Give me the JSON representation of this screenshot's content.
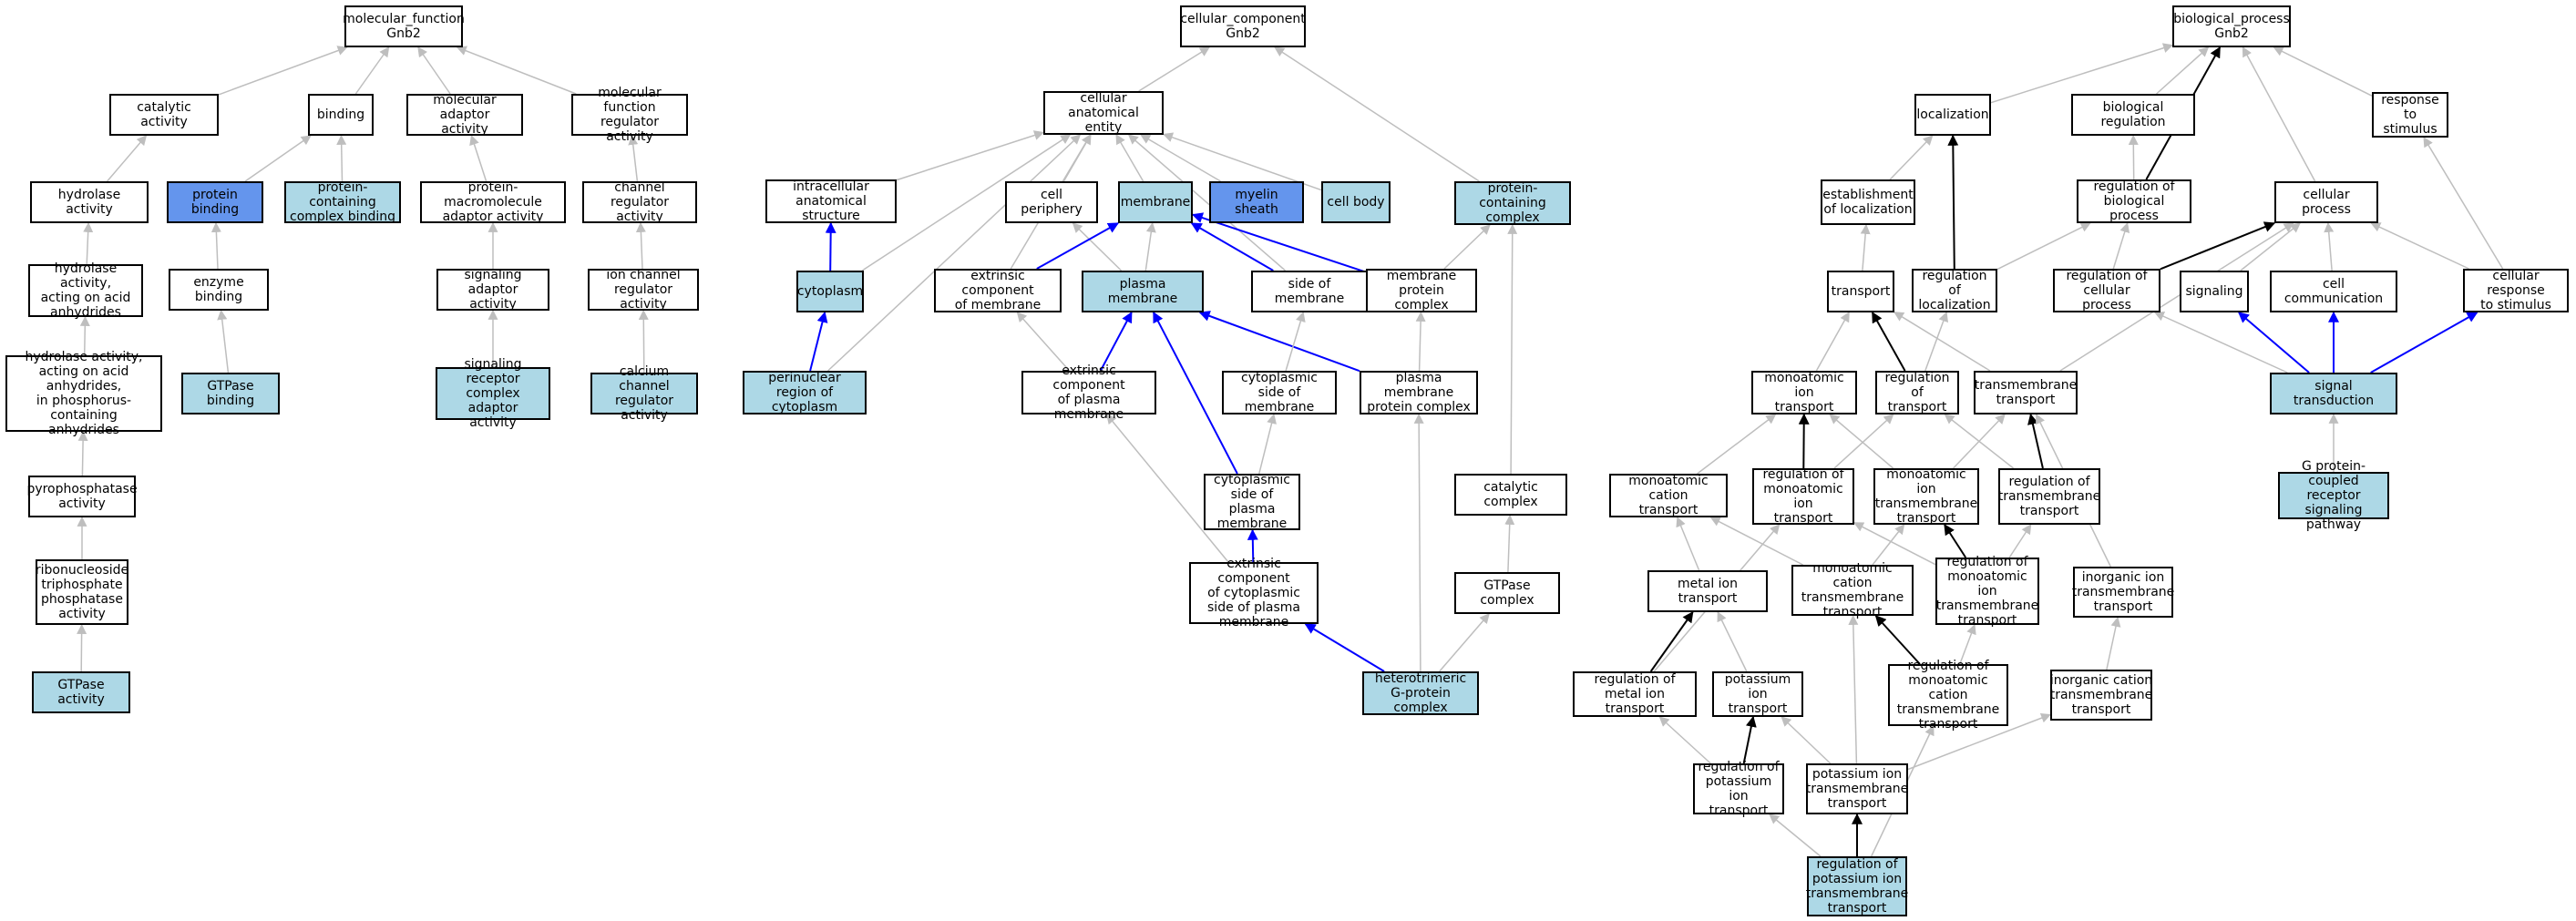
{
  "colors": {
    "node_default": "#ffffff",
    "node_light": "#add8e6",
    "node_dark": "#6495ed",
    "edge_gray": "#bebebe",
    "edge_blue": "#0000ff",
    "edge_black": "#000000"
  },
  "nodes": {
    "mf_root": {
      "label": "molecular_function\nGnb2",
      "style": "default"
    },
    "catalytic_activity": {
      "label": "catalytic activity",
      "style": "default"
    },
    "binding": {
      "label": "binding",
      "style": "default"
    },
    "mol_adaptor": {
      "label": "molecular adaptor\nactivity",
      "style": "default"
    },
    "mf_regulator": {
      "label": "molecular function\nregulator activity",
      "style": "default"
    },
    "hydrolase": {
      "label": "hydrolase activity",
      "style": "default"
    },
    "protein_binding": {
      "label": "protein binding",
      "style": "dark"
    },
    "pc_complex_binding": {
      "label": "protein-containing\ncomplex binding",
      "style": "light"
    },
    "pmm_adaptor": {
      "label": "protein-macromolecule\nadaptor activity",
      "style": "default"
    },
    "channel_regulator": {
      "label": "channel regulator\nactivity",
      "style": "default"
    },
    "hydrolase_anhydrides": {
      "label": "hydrolase activity,\nacting on acid\nanhydrides",
      "style": "default"
    },
    "enzyme_binding": {
      "label": "enzyme binding",
      "style": "default"
    },
    "signaling_adaptor": {
      "label": "signaling adaptor\nactivity",
      "style": "default"
    },
    "ion_channel_regulator": {
      "label": "ion channel\nregulator activity",
      "style": "default"
    },
    "hydrolase_phosphorus": {
      "label": "hydrolase activity,\nacting on acid\nanhydrides,\nin phosphorus-containing\nanhydrides",
      "style": "default"
    },
    "gtpase_binding": {
      "label": "GTPase binding",
      "style": "light"
    },
    "src_adaptor": {
      "label": "signaling receptor\ncomplex adaptor\nactivity",
      "style": "light"
    },
    "calcium_channel_regulator": {
      "label": "calcium channel\nregulator activity",
      "style": "light"
    },
    "pyrophosphatase": {
      "label": "pyrophosphatase\nactivity",
      "style": "default"
    },
    "ntp_phosphatase": {
      "label": "ribonucleoside\ntriphosphate\nphosphatase\nactivity",
      "style": "default"
    },
    "gtpase_activity": {
      "label": "GTPase activity",
      "style": "light"
    },
    "cc_root": {
      "label": "cellular_component\nGnb2",
      "style": "default"
    },
    "cae": {
      "label": "cellular anatomical\nentity",
      "style": "default"
    },
    "pc_complex": {
      "label": "protein-containing\ncomplex",
      "style": "light"
    },
    "intracellular": {
      "label": "intracellular\nanatomical structure",
      "style": "default"
    },
    "cell_periphery": {
      "label": "cell periphery",
      "style": "default"
    },
    "membrane": {
      "label": "membrane",
      "style": "light"
    },
    "myelin_sheath": {
      "label": "myelin sheath",
      "style": "dark"
    },
    "cell_body": {
      "label": "cell body",
      "style": "light"
    },
    "cytoplasm": {
      "label": "cytoplasm",
      "style": "light"
    },
    "ext_comp_membrane": {
      "label": "extrinsic component\nof membrane",
      "style": "default"
    },
    "plasma_membrane": {
      "label": "plasma membrane",
      "style": "light"
    },
    "side_of_membrane": {
      "label": "side of membrane",
      "style": "default"
    },
    "membrane_protein_complex": {
      "label": "membrane protein\ncomplex",
      "style": "default"
    },
    "perinuclear": {
      "label": "perinuclear\nregion of cytoplasm",
      "style": "light"
    },
    "ext_comp_pm": {
      "label": "extrinsic component\nof plasma membrane",
      "style": "default"
    },
    "cyto_side_membrane": {
      "label": "cytoplasmic\nside of membrane",
      "style": "default"
    },
    "pm_protein_complex": {
      "label": "plasma membrane\nprotein complex",
      "style": "default"
    },
    "cyto_side_pm": {
      "label": "cytoplasmic\nside of plasma\nmembrane",
      "style": "default"
    },
    "catalytic_complex": {
      "label": "catalytic complex",
      "style": "default"
    },
    "ext_comp_cyto_side_pm": {
      "label": "extrinsic component\nof cytoplasmic\nside of plasma\nmembrane",
      "style": "default"
    },
    "gtpase_complex": {
      "label": "GTPase complex",
      "style": "default"
    },
    "heterotrimeric": {
      "label": "heterotrimeric\nG-protein complex",
      "style": "light"
    },
    "bp_root": {
      "label": "biological_process\nGnb2",
      "style": "default"
    },
    "localization": {
      "label": "localization",
      "style": "default"
    },
    "biological_regulation": {
      "label": "biological regulation",
      "style": "default"
    },
    "response_to_stimulus": {
      "label": "response to\nstimulus",
      "style": "default"
    },
    "establishment_localization": {
      "label": "establishment\nof localization",
      "style": "default"
    },
    "reg_biological_process": {
      "label": "regulation of\nbiological process",
      "style": "default"
    },
    "cellular_process": {
      "label": "cellular process",
      "style": "default"
    },
    "transport": {
      "label": "transport",
      "style": "default"
    },
    "reg_localization": {
      "label": "regulation of\nlocalization",
      "style": "default"
    },
    "reg_cellular_process": {
      "label": "regulation of\ncellular process",
      "style": "default"
    },
    "signaling": {
      "label": "signaling",
      "style": "default"
    },
    "cell_communication": {
      "label": "cell communication",
      "style": "default"
    },
    "cellular_response": {
      "label": "cellular response\nto stimulus",
      "style": "default"
    },
    "monoatomic_ion_transport": {
      "label": "monoatomic ion\ntransport",
      "style": "default"
    },
    "reg_transport": {
      "label": "regulation of\ntransport",
      "style": "default"
    },
    "transmembrane_transport": {
      "label": "transmembrane\ntransport",
      "style": "default"
    },
    "signal_transduction": {
      "label": "signal transduction",
      "style": "light"
    },
    "monoatomic_cation_transport": {
      "label": "monoatomic cation\ntransport",
      "style": "default"
    },
    "reg_monoatomic_ion_transport": {
      "label": "regulation of\nmonoatomic ion\ntransport",
      "style": "default"
    },
    "monoatomic_ion_tm_transport": {
      "label": "monoatomic ion\ntransmembrane\ntransport",
      "style": "default"
    },
    "reg_tm_transport": {
      "label": "regulation of\ntransmembrane\ntransport",
      "style": "default"
    },
    "gpcr_pathway": {
      "label": "G protein-coupled\nreceptor signaling\npathway",
      "style": "light"
    },
    "metal_ion_transport": {
      "label": "metal ion transport",
      "style": "default"
    },
    "monoatomic_cation_tm_transport": {
      "label": "monoatomic cation\ntransmembrane\ntransport",
      "style": "default"
    },
    "reg_monoatomic_ion_tm_transport": {
      "label": "regulation of\nmonoatomic ion\ntransmembrane\ntransport",
      "style": "default"
    },
    "inorganic_ion_tm_transport": {
      "label": "inorganic ion\ntransmembrane\ntransport",
      "style": "default"
    },
    "reg_metal_ion_transport": {
      "label": "regulation of\nmetal ion transport",
      "style": "default"
    },
    "potassium_ion_transport": {
      "label": "potassium ion\ntransport",
      "style": "default"
    },
    "reg_monoatomic_cation_tm_transport": {
      "label": "regulation of\nmonoatomic cation\ntransmembrane\ntransport",
      "style": "default"
    },
    "inorganic_cation_tm_transport": {
      "label": "inorganic cation\ntransmembrane\ntransport",
      "style": "default"
    },
    "reg_potassium_ion_transport": {
      "label": "regulation of\npotassium ion\ntransport",
      "style": "default"
    },
    "potassium_ion_tm_transport": {
      "label": "potassium ion\ntransmembrane\ntransport",
      "style": "default"
    },
    "reg_potassium_ion_tm_transport": {
      "label": "regulation of\npotassium ion\ntransmembrane\ntransport",
      "style": "light"
    }
  },
  "edges": [
    {
      "from": "catalytic_activity",
      "to": "mf_root",
      "type": "is_a"
    },
    {
      "from": "binding",
      "to": "mf_root",
      "type": "is_a"
    },
    {
      "from": "mol_adaptor",
      "to": "mf_root",
      "type": "is_a"
    },
    {
      "from": "mf_regulator",
      "to": "mf_root",
      "type": "is_a"
    },
    {
      "from": "hydrolase",
      "to": "catalytic_activity",
      "type": "is_a"
    },
    {
      "from": "protein_binding",
      "to": "binding",
      "type": "is_a"
    },
    {
      "from": "pc_complex_binding",
      "to": "binding",
      "type": "is_a"
    },
    {
      "from": "pmm_adaptor",
      "to": "mol_adaptor",
      "type": "is_a"
    },
    {
      "from": "channel_regulator",
      "to": "mf_regulator",
      "type": "is_a"
    },
    {
      "from": "hydrolase_anhydrides",
      "to": "hydrolase",
      "type": "is_a"
    },
    {
      "from": "enzyme_binding",
      "to": "protein_binding",
      "type": "is_a"
    },
    {
      "from": "signaling_adaptor",
      "to": "pmm_adaptor",
      "type": "is_a"
    },
    {
      "from": "ion_channel_regulator",
      "to": "channel_regulator",
      "type": "is_a"
    },
    {
      "from": "hydrolase_phosphorus",
      "to": "hydrolase_anhydrides",
      "type": "is_a"
    },
    {
      "from": "gtpase_binding",
      "to": "enzyme_binding",
      "type": "is_a"
    },
    {
      "from": "src_adaptor",
      "to": "signaling_adaptor",
      "type": "is_a"
    },
    {
      "from": "calcium_channel_regulator",
      "to": "ion_channel_regulator",
      "type": "is_a"
    },
    {
      "from": "pyrophosphatase",
      "to": "hydrolase_phosphorus",
      "type": "is_a"
    },
    {
      "from": "ntp_phosphatase",
      "to": "pyrophosphatase",
      "type": "is_a"
    },
    {
      "from": "gtpase_activity",
      "to": "ntp_phosphatase",
      "type": "is_a"
    },
    {
      "from": "cae",
      "to": "cc_root",
      "type": "is_a"
    },
    {
      "from": "pc_complex",
      "to": "cc_root",
      "type": "is_a"
    },
    {
      "from": "intracellular",
      "to": "cae",
      "type": "is_a"
    },
    {
      "from": "cell_periphery",
      "to": "cae",
      "type": "is_a"
    },
    {
      "from": "membrane",
      "to": "cae",
      "type": "is_a"
    },
    {
      "from": "myelin_sheath",
      "to": "cae",
      "type": "is_a"
    },
    {
      "from": "cell_body",
      "to": "cae",
      "type": "is_a"
    },
    {
      "from": "cytoplasm",
      "to": "cae",
      "type": "is_a"
    },
    {
      "from": "ext_comp_membrane",
      "to": "cae",
      "type": "is_a"
    },
    {
      "from": "side_of_membrane",
      "to": "cae",
      "type": "is_a"
    },
    {
      "from": "perinuclear",
      "to": "cae",
      "type": "is_a"
    },
    {
      "from": "cytoplasm",
      "to": "intracellular",
      "type": "part_of"
    },
    {
      "from": "perinuclear",
      "to": "cytoplasm",
      "type": "part_of"
    },
    {
      "from": "plasma_membrane",
      "to": "cell_periphery",
      "type": "is_a"
    },
    {
      "from": "plasma_membrane",
      "to": "membrane",
      "type": "is_a"
    },
    {
      "from": "ext_comp_membrane",
      "to": "membrane",
      "type": "part_of"
    },
    {
      "from": "side_of_membrane",
      "to": "membrane",
      "type": "part_of"
    },
    {
      "from": "membrane_protein_complex",
      "to": "membrane",
      "type": "part_of"
    },
    {
      "from": "membrane_protein_complex",
      "to": "pc_complex",
      "type": "is_a"
    },
    {
      "from": "catalytic_complex",
      "to": "pc_complex",
      "type": "is_a"
    },
    {
      "from": "ext_comp_pm",
      "to": "ext_comp_membrane",
      "type": "is_a"
    },
    {
      "from": "ext_comp_pm",
      "to": "plasma_membrane",
      "type": "part_of"
    },
    {
      "from": "cyto_side_pm",
      "to": "plasma_membrane",
      "type": "part_of"
    },
    {
      "from": "pm_protein_complex",
      "to": "plasma_membrane",
      "type": "part_of"
    },
    {
      "from": "cyto_side_membrane",
      "to": "side_of_membrane",
      "type": "is_a"
    },
    {
      "from": "pm_protein_complex",
      "to": "membrane_protein_complex",
      "type": "is_a"
    },
    {
      "from": "cyto_side_pm",
      "to": "cyto_side_membrane",
      "type": "is_a"
    },
    {
      "from": "ext_comp_cyto_side_pm",
      "to": "cyto_side_pm",
      "type": "part_of"
    },
    {
      "from": "ext_comp_cyto_side_pm",
      "to": "ext_comp_pm",
      "type": "is_a"
    },
    {
      "from": "gtpase_complex",
      "to": "catalytic_complex",
      "type": "is_a"
    },
    {
      "from": "heterotrimeric",
      "to": "ext_comp_cyto_side_pm",
      "type": "part_of"
    },
    {
      "from": "heterotrimeric",
      "to": "gtpase_complex",
      "type": "is_a"
    },
    {
      "from": "heterotrimeric",
      "to": "pm_protein_complex",
      "type": "is_a"
    },
    {
      "from": "localization",
      "to": "bp_root",
      "type": "is_a"
    },
    {
      "from": "biological_regulation",
      "to": "bp_root",
      "type": "is_a"
    },
    {
      "from": "response_to_stimulus",
      "to": "bp_root",
      "type": "is_a"
    },
    {
      "from": "reg_biological_process",
      "to": "bp_root",
      "type": "regulates"
    },
    {
      "from": "cellular_process",
      "to": "bp_root",
      "type": "is_a"
    },
    {
      "from": "establishment_localization",
      "to": "localization",
      "type": "is_a"
    },
    {
      "from": "reg_localization",
      "to": "localization",
      "type": "regulates"
    },
    {
      "from": "reg_biological_process",
      "to": "biological_regulation",
      "type": "is_a"
    },
    {
      "from": "reg_localization",
      "to": "reg_biological_process",
      "type": "is_a"
    },
    {
      "from": "reg_cellular_process",
      "to": "reg_biological_process",
      "type": "is_a"
    },
    {
      "from": "reg_cellular_process",
      "to": "cellular_process",
      "type": "regulates"
    },
    {
      "from": "signaling",
      "to": "cellular_process",
      "type": "is_a"
    },
    {
      "from": "cell_communication",
      "to": "cellular_process",
      "type": "is_a"
    },
    {
      "from": "cellular_response",
      "to": "cellular_process",
      "type": "is_a"
    },
    {
      "from": "cellular_response",
      "to": "response_to_stimulus",
      "type": "is_a"
    },
    {
      "from": "transmembrane_transport",
      "to": "cellular_process",
      "type": "is_a"
    },
    {
      "from": "transport",
      "to": "establishment_localization",
      "type": "is_a"
    },
    {
      "from": "monoatomic_ion_transport",
      "to": "transport",
      "type": "is_a"
    },
    {
      "from": "reg_transport",
      "to": "transport",
      "type": "regulates"
    },
    {
      "from": "transmembrane_transport",
      "to": "transport",
      "type": "is_a"
    },
    {
      "from": "reg_transport",
      "to": "reg_localization",
      "type": "is_a"
    },
    {
      "from": "signal_transduction",
      "to": "signaling",
      "type": "part_of"
    },
    {
      "from": "signal_transduction",
      "to": "cell_communication",
      "type": "part_of"
    },
    {
      "from": "signal_transduction",
      "to": "cellular_response",
      "type": "part_of"
    },
    {
      "from": "signal_transduction",
      "to": "reg_cellular_process",
      "type": "is_a"
    },
    {
      "from": "gpcr_pathway",
      "to": "signal_transduction",
      "type": "is_a"
    },
    {
      "from": "monoatomic_cation_transport",
      "to": "monoatomic_ion_transport",
      "type": "is_a"
    },
    {
      "from": "reg_monoatomic_ion_transport",
      "to": "monoatomic_ion_transport",
      "type": "regulates"
    },
    {
      "from": "reg_monoatomic_ion_transport",
      "to": "reg_transport",
      "type": "is_a"
    },
    {
      "from": "monoatomic_ion_tm_transport",
      "to": "monoatomic_ion_transport",
      "type": "is_a"
    },
    {
      "from": "monoatomic_ion_tm_transport",
      "to": "transmembrane_transport",
      "type": "is_a"
    },
    {
      "from": "reg_tm_transport",
      "to": "transmembrane_transport",
      "type": "regulates"
    },
    {
      "from": "reg_tm_transport",
      "to": "reg_transport",
      "type": "is_a"
    },
    {
      "from": "metal_ion_transport",
      "to": "monoatomic_cation_transport",
      "type": "is_a"
    },
    {
      "from": "monoatomic_cation_tm_transport",
      "to": "monoatomic_cation_transport",
      "type": "is_a"
    },
    {
      "from": "monoatomic_cation_tm_transport",
      "to": "monoatomic_ion_tm_transport",
      "type": "is_a"
    },
    {
      "from": "reg_monoatomic_ion_tm_transport",
      "to": "monoatomic_ion_tm_transport",
      "type": "regulates"
    },
    {
      "from": "reg_monoatomic_ion_tm_transport",
      "to": "reg_monoatomic_ion_transport",
      "type": "is_a"
    },
    {
      "from": "reg_monoatomic_ion_tm_transport",
      "to": "reg_tm_transport",
      "type": "is_a"
    },
    {
      "from": "inorganic_ion_tm_transport",
      "to": "transmembrane_transport",
      "type": "is_a"
    },
    {
      "from": "reg_metal_ion_transport",
      "to": "metal_ion_transport",
      "type": "regulates"
    },
    {
      "from": "reg_metal_ion_transport",
      "to": "reg_monoatomic_ion_transport",
      "type": "is_a"
    },
    {
      "from": "potassium_ion_transport",
      "to": "metal_ion_transport",
      "type": "is_a"
    },
    {
      "from": "reg_monoatomic_cation_tm_transport",
      "to": "monoatomic_cation_tm_transport",
      "type": "regulates"
    },
    {
      "from": "reg_monoatomic_cation_tm_transport",
      "to": "reg_monoatomic_ion_tm_transport",
      "type": "is_a"
    },
    {
      "from": "inorganic_cation_tm_transport",
      "to": "inorganic_ion_tm_transport",
      "type": "is_a"
    },
    {
      "from": "reg_potassium_ion_transport",
      "to": "potassium_ion_transport",
      "type": "regulates"
    },
    {
      "from": "reg_potassium_ion_transport",
      "to": "reg_metal_ion_transport",
      "type": "is_a"
    },
    {
      "from": "potassium_ion_tm_transport",
      "to": "potassium_ion_transport",
      "type": "is_a"
    },
    {
      "from": "potassium_ion_tm_transport",
      "to": "monoatomic_cation_tm_transport",
      "type": "is_a"
    },
    {
      "from": "potassium_ion_tm_transport",
      "to": "inorganic_cation_tm_transport",
      "type": "is_a"
    },
    {
      "from": "reg_potassium_ion_tm_transport",
      "to": "potassium_ion_tm_transport",
      "type": "regulates"
    },
    {
      "from": "reg_potassium_ion_tm_transport",
      "to": "reg_potassium_ion_transport",
      "type": "is_a"
    },
    {
      "from": "reg_potassium_ion_tm_transport",
      "to": "reg_monoatomic_cation_tm_transport",
      "type": "is_a"
    }
  ]
}
